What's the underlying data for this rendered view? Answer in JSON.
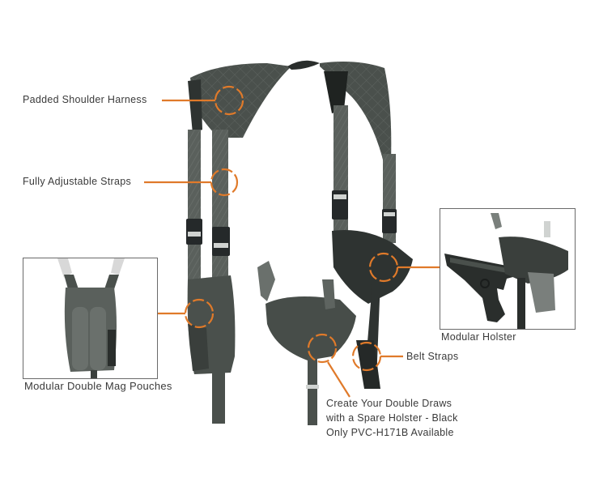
{
  "colors": {
    "accent_orange": "#e07a2a",
    "strap_dark": "#3d4340",
    "strap_mid": "#5a605c",
    "strap_light": "#7a807c",
    "buckle": "#cfd2d0",
    "background": "#ffffff",
    "label_text": "#3a3a3a"
  },
  "callouts": {
    "padded_shoulder_harness": "Padded Shoulder Harness",
    "fully_adjustable_straps": "Fully Adjustable Straps",
    "modular_double_mag_pouches": "Modular Double Mag Pouches",
    "modular_holster": "Modular Holster",
    "belt_straps": "Belt Straps",
    "spare_holster_note": "Create Your Double Draws\nwith a Spare Holster - Black\nOnly PVC-H171B Available"
  },
  "insets": [
    {
      "name": "mag-pouch-inset",
      "caption": "Modular Double Mag Pouches"
    },
    {
      "name": "holster-inset",
      "caption": "Modular Holster"
    }
  ]
}
